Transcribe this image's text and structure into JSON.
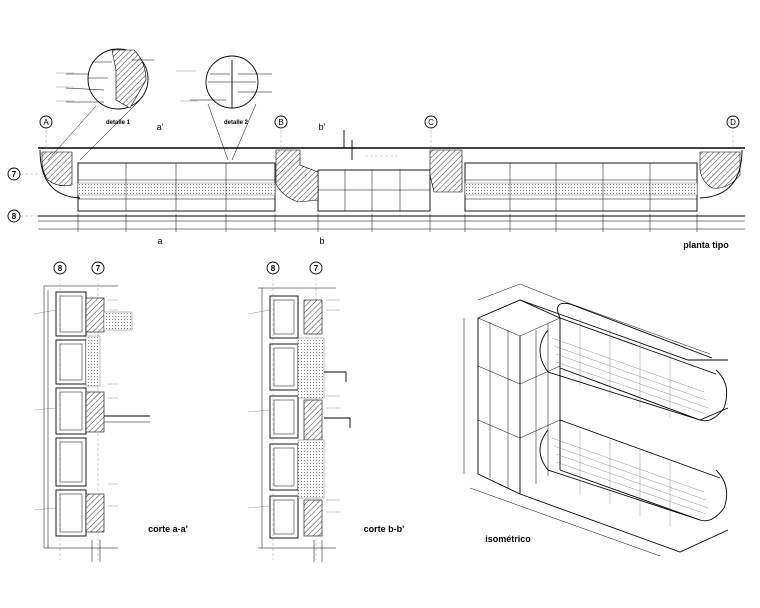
{
  "grid_axes": {
    "a": "A",
    "b": "B",
    "c": "C",
    "d": "D",
    "row7": "7",
    "row8": "8"
  },
  "plan": {
    "title": "planta tipo",
    "cut_a_top": "a'",
    "cut_b_top": "b'",
    "cut_a_bottom": "a",
    "cut_b_bottom": "b"
  },
  "details": {
    "detail1": "detalle 1",
    "detail2": "detalle 2"
  },
  "sections": {
    "a_title": "corte a-a'",
    "b_title": "corte b-b'",
    "a_axis_left": "8",
    "a_axis_right": "7",
    "b_axis_left": "8",
    "b_axis_right": "7"
  },
  "isometric": {
    "title": "isométrico"
  },
  "colors": {
    "line": "#000000",
    "background": "#ffffff",
    "hatch": "#000000"
  }
}
